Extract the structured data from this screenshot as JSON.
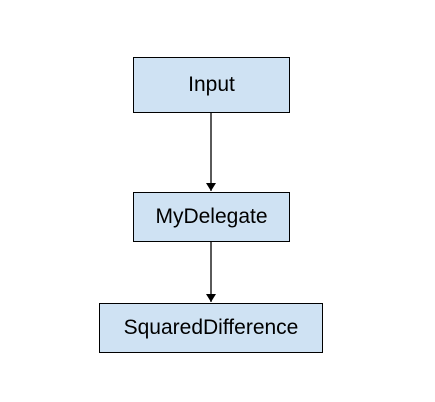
{
  "diagram": {
    "nodes": [
      {
        "id": "input",
        "label": "Input"
      },
      {
        "id": "mydelegate",
        "label": "MyDelegate"
      },
      {
        "id": "squareddifference",
        "label": "SquaredDifference"
      }
    ],
    "edges": [
      {
        "from": "input",
        "to": "mydelegate"
      },
      {
        "from": "mydelegate",
        "to": "squareddifference"
      }
    ],
    "colors": {
      "node_fill": "#cfe2f3",
      "node_border": "#000000",
      "edge": "#000000"
    }
  }
}
